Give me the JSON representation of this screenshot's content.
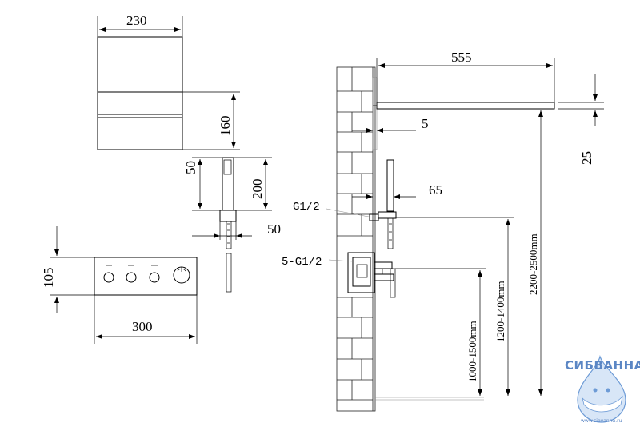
{
  "dimensions": {
    "top_width": "230",
    "top_height": "160",
    "handset_head": "50",
    "handset_length": "200",
    "handset_base": "50",
    "panel_height": "105",
    "panel_width": "300",
    "arm_length": "555",
    "arm_gap": "5",
    "arm_thickness": "25",
    "handset_offset": "65",
    "range_outlet": "1000-1500mm",
    "range_holder": "1200-1400mm",
    "range_head": "2200-2500mm"
  },
  "labels": {
    "thread_outlet": "G1/2",
    "thread_valve": "5-G1/2"
  },
  "watermark": {
    "brand": "СИБВАННА",
    "url": "www.sibvanna.ru"
  },
  "colors": {
    "line": "#000000",
    "brand": "#5b86c4"
  }
}
